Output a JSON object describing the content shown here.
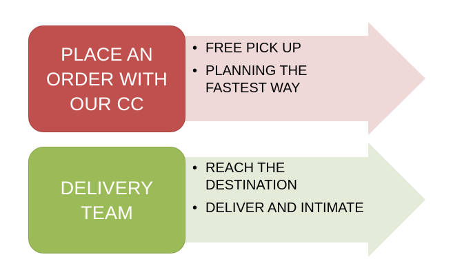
{
  "colors": {
    "order_box": "#c0504d",
    "order_arrow": "#efd9d8",
    "delivery_box": "#9bbb59",
    "delivery_arrow": "#e4ecd9"
  },
  "rows": [
    {
      "box_label": "PLACE AN\nORDER WITH\nOUR CC",
      "bullets": [
        "FREE PICK UP",
        "PLANNING THE\nFASTEST WAY"
      ]
    },
    {
      "box_label": "DELIVERY\nTEAM",
      "bullets": [
        "REACH THE\nDESTINATION",
        "DELIVER AND INTIMATE"
      ]
    }
  ]
}
